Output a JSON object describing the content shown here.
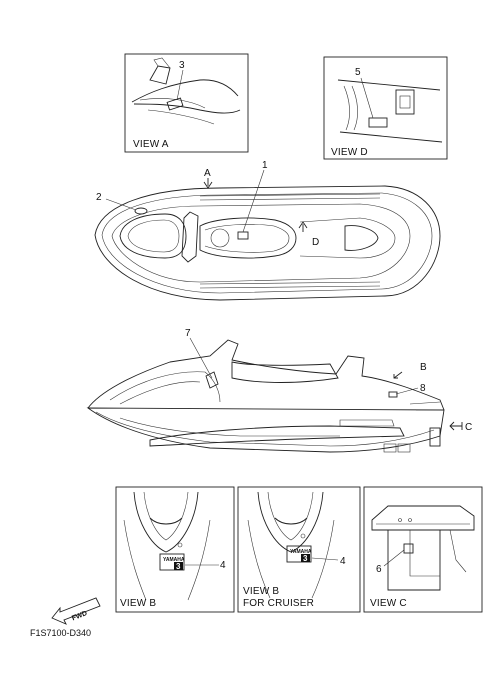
{
  "views": {
    "a": {
      "title": "VIEW A"
    },
    "d": {
      "title": "VIEW D"
    },
    "b": {
      "title": "VIEW B"
    },
    "b_cruiser": {
      "title_line1": "VIEW B",
      "title_line2": "FOR CRUISER"
    },
    "c": {
      "title": "VIEW C"
    }
  },
  "callouts": [
    "1",
    "2",
    "3",
    "4",
    "4",
    "5",
    "6",
    "7",
    "8"
  ],
  "view_markers": {
    "a": "A",
    "b": "B",
    "c": "C",
    "d": "D"
  },
  "fwd_label": "FWD",
  "decal_badge_number": "3",
  "decal_brand": "YAMAHA",
  "part_code": "F1S7100-D340"
}
